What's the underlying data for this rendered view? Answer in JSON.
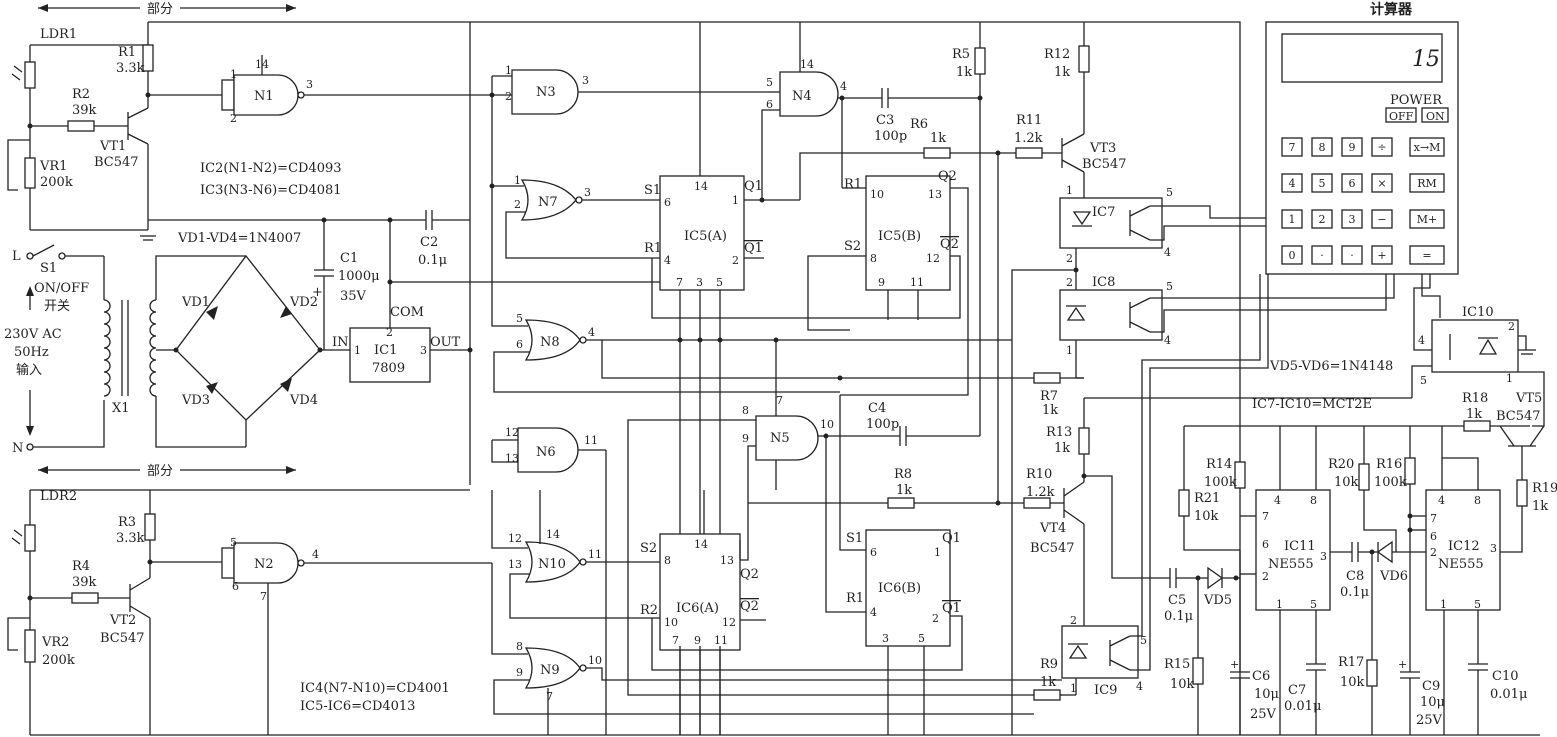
{
  "arrows": {
    "top": "部分",
    "bottom": "部分"
  },
  "calc": {
    "title": "计算器",
    "display": "15",
    "power_label": "POWER",
    "off": "OFF",
    "on": "ON",
    "keys_row1": [
      "7",
      "8",
      "9",
      "÷",
      "x→M"
    ],
    "keys_row2": [
      "4",
      "5",
      "6",
      "×",
      "RM"
    ],
    "keys_row3": [
      "1",
      "2",
      "3",
      "−",
      "M+"
    ],
    "keys_row4": [
      "0",
      "·",
      "·",
      "+",
      "="
    ]
  },
  "notes": {
    "ic2": "IC2(N1-N2)=CD4093",
    "ic3": "IC3(N3-N6)=CD4081",
    "vd": "VD1-VD4=1N4007",
    "ic4": "IC4(N7-N10)=CD4001",
    "ic56": "IC5-IC6=CD4013",
    "vd56": "VD5-VD6=1N4148",
    "ic710": "IC7-IC10=MCT2E"
  },
  "power": {
    "l": "L",
    "n": "N",
    "s1": "S1",
    "switch": "ON/OFF",
    "switch2": "开关",
    "ac1": "230V AC",
    "ac2": "50Hz",
    "ac3": "输入",
    "x1": "X1",
    "vd1": "VD1",
    "vd2": "VD2",
    "vd3": "VD3",
    "vd4": "VD4",
    "c1": "C1",
    "c1v": "1000μ",
    "c1u": "35V",
    "c2": "C2",
    "c2v": "0.1μ",
    "ic1": "IC1",
    "ic1v": "7809",
    "in": "IN",
    "com": "COM",
    "out": "OUT",
    "p1": "1",
    "p2": "2",
    "p3": "3"
  },
  "sens1": {
    "ldr": "LDR1",
    "r1": "R1",
    "r1v": "3.3k",
    "r2": "R2",
    "r2v": "39k",
    "vt": "VT1",
    "vtv": "BC547",
    "vr": "VR1",
    "vrv": "200k"
  },
  "sens2": {
    "ldr": "LDR2",
    "r3": "R3",
    "r3v": "3.3k",
    "r4": "R4",
    "r4v": "39k",
    "vt": "VT2",
    "vtv": "BC547",
    "vr": "VR2",
    "vrv": "200k"
  },
  "gates": {
    "n1": "N1",
    "n2": "N2",
    "n3": "N3",
    "n4": "N4",
    "n5": "N5",
    "n6": "N6",
    "n7": "N7",
    "n8": "N8",
    "n9": "N9",
    "n10": "N10"
  },
  "ff": {
    "ic5a": "IC5(A)",
    "ic5b": "IC5(B)",
    "ic6a": "IC6(A)",
    "ic6b": "IC6(B)",
    "s1": "S1",
    "s2": "S2",
    "r1": "R1",
    "r2": "R2",
    "q1": "Q1",
    "q2": "Q2",
    "q1b": "Q1",
    "q2b": "Q2"
  },
  "res": {
    "r5": "R5",
    "r5v": "1k",
    "r6": "R6",
    "r6v": "1k",
    "r7": "R7",
    "r7v": "1k",
    "r8": "R8",
    "r8v": "1k",
    "r9": "R9",
    "r9v": "1k",
    "r10": "R10",
    "r10v": "1.2k",
    "r11": "R11",
    "r11v": "1.2k",
    "r12": "R12",
    "r12v": "1k",
    "r13": "R13",
    "r13v": "1k",
    "r14": "R14",
    "r14v": "100k",
    "r15": "R15",
    "r15v": "10k",
    "r16": "R16",
    "r16v": "100k",
    "r17": "R17",
    "r17v": "10k",
    "r18": "R18",
    "r18v": "1k",
    "r19": "R19",
    "r19v": "1k",
    "r20": "R20",
    "r20v": "10k",
    "r21": "R21",
    "r21v": "10k"
  },
  "caps": {
    "c3": "C3",
    "c3v": "100p",
    "c4": "C4",
    "c4v": "100p",
    "c5": "C5",
    "c5v": "0.1μ",
    "c6": "C6",
    "c6v": "10μ",
    "c6u": "25V",
    "c7": "C7",
    "c7v": "0.01μ",
    "c8": "C8",
    "c8v": "0.1μ",
    "c9": "C9",
    "c9v": "10μ",
    "c9u": "25V",
    "c10": "C10",
    "c10v": "0.01μ"
  },
  "semis": {
    "vt3": "VT3",
    "vt3v": "BC547",
    "vt4": "VT4",
    "vt4v": "BC547",
    "vt5": "VT5",
    "vt5v": "BC547",
    "vd5": "VD5",
    "vd6": "VD6",
    "ic7": "IC7",
    "ic8": "IC8",
    "ic9": "IC9",
    "ic10": "IC10",
    "ic11": "IC11",
    "ic11v": "NE555",
    "ic12": "IC12",
    "ic12v": "NE555"
  }
}
